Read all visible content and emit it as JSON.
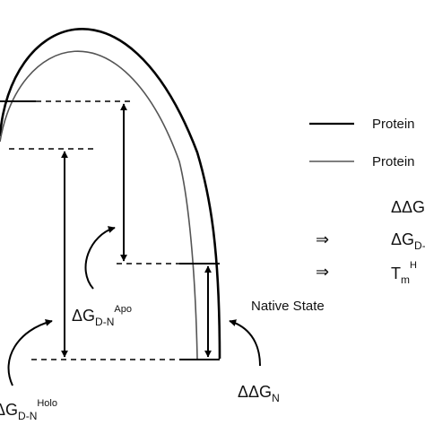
{
  "legend": {
    "holo_label": "Protein",
    "apo_label": "Protein",
    "holo_color": "#000000",
    "apo_color": "#555555"
  },
  "labels": {
    "apo_delta": "ΔG",
    "apo_sub": "D-N",
    "apo_sup": "Apo",
    "holo_delta": "ΔG",
    "holo_sub": "D-N",
    "holo_sup": "Holo",
    "ddg_delta": "ΔΔG",
    "ddg_sub": "N",
    "native_state": "Native State"
  },
  "right_list": {
    "ddg_text": "ΔΔG",
    "implies_1": "⇒",
    "dg_text": "ΔG",
    "dg_sub": "D-",
    "implies_2": "⇒",
    "tm_text": "T",
    "tm_sub": "m",
    "tm_sup": "H"
  }
}
